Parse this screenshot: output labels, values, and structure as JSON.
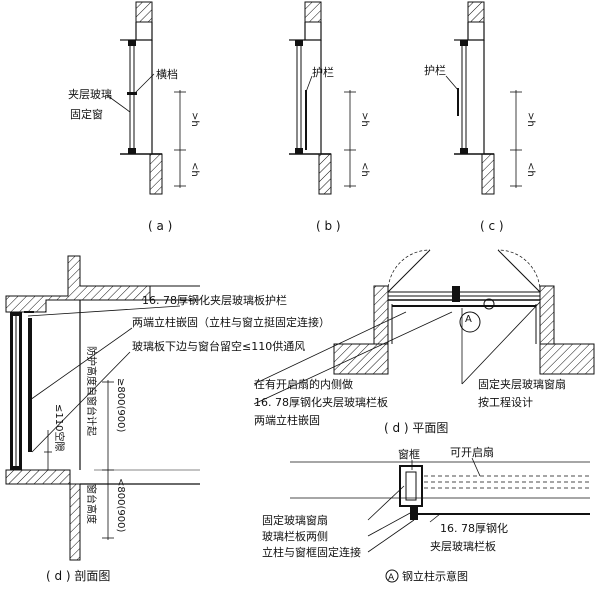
{
  "panel_a": {
    "caption": "( a )",
    "label_transom": "横档",
    "label_glass_1": "夹层玻璃",
    "label_glass_2": "固定窗",
    "dim_upper": ">h",
    "dim_lower": "<h"
  },
  "panel_b": {
    "caption": "( b )",
    "label_rail": "护栏",
    "dim_upper": ">h",
    "dim_lower": "<h"
  },
  "panel_c": {
    "caption": "( c )",
    "label_rail": "护栏",
    "dim_upper": ">h",
    "dim_lower": "<h"
  },
  "section_d": {
    "caption": "( d ) 剖面图",
    "note_1": "16. 78厚钢化夹层玻璃板护栏",
    "note_2": "两端立柱嵌固（立柱与窗立挺固定连接）",
    "note_3": "玻璃板下边与窗台留空≤110供通风",
    "gap_label": "≤110空隙",
    "guard_height_label": "防护高度自窗台计起",
    "sill_height_label": "窗台高度",
    "dim_upper": "≥800(900)",
    "dim_lower": "<800(900)"
  },
  "plan_d": {
    "caption": "( d ) 平面图",
    "note_inside": "在有开启扇的内侧做",
    "note_panel_1": "16. 78厚钢化夹层玻璃栏板",
    "note_panel_2": "两端立柱嵌固",
    "note_fixed_1": "固定夹层玻璃窗扇",
    "note_fixed_2": "按工程设计",
    "marker": "A"
  },
  "detail_a": {
    "caption": "钢立柱示意图",
    "marker": "A",
    "label_frame": "窗框",
    "label_opening": "可开启扇",
    "label_fixed_sash": "固定玻璃窗扇",
    "label_both_sides": "玻璃栏板两侧",
    "label_connection": "立柱与窗框固定连接",
    "label_panel_1": "16. 78厚钢化",
    "label_panel_2": "夹层玻璃栏板"
  }
}
